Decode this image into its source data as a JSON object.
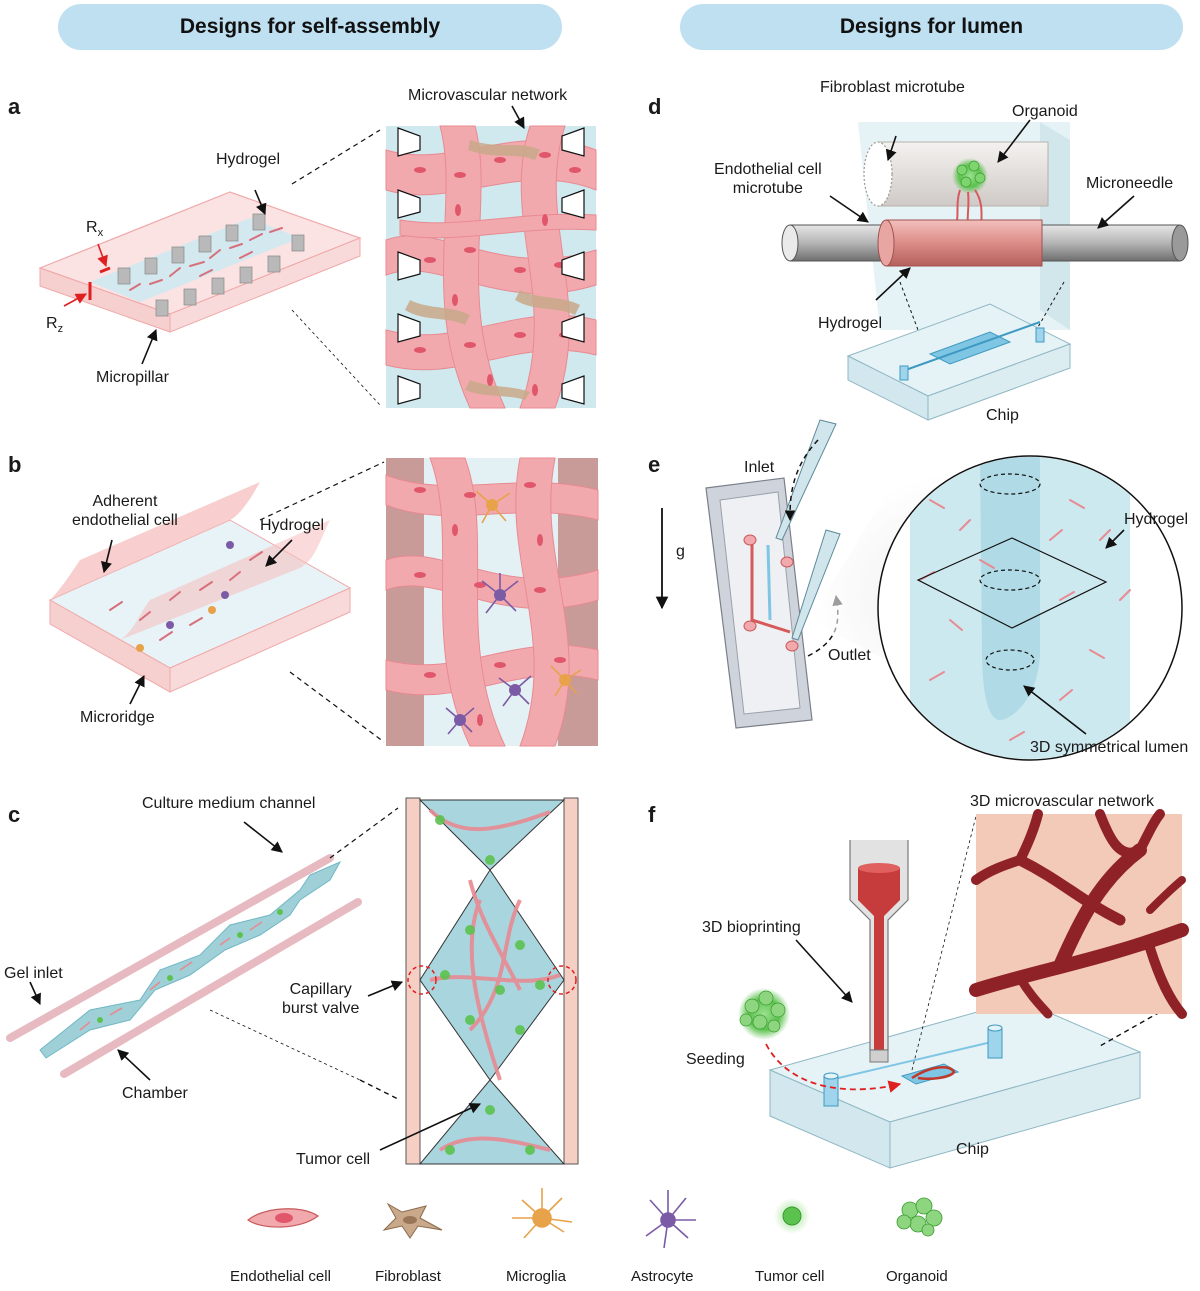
{
  "headers": {
    "left": "Designs for self-assembly",
    "right": "Designs for lumen"
  },
  "panels": {
    "a": {
      "letter": "a",
      "labels": {
        "microvascular_network": "Microvascular network",
        "hydrogel": "Hydrogel",
        "rx_base": "R",
        "rx_sub": "x",
        "rz_base": "R",
        "rz_sub": "z",
        "micropillar": "Micropillar"
      }
    },
    "b": {
      "letter": "b",
      "labels": {
        "adherent_line1": "Adherent",
        "adherent_line2": "endothelial cell",
        "hydrogel": "Hydrogel",
        "microridge": "Microridge"
      }
    },
    "c": {
      "letter": "c",
      "labels": {
        "culture_medium": "Culture medium channel",
        "gel_inlet": "Gel inlet",
        "chamber": "Chamber",
        "capillary_line1": "Capillary",
        "capillary_line2": "burst valve",
        "tumor_cell": "Tumor cell"
      }
    },
    "d": {
      "letter": "d",
      "labels": {
        "fibroblast_microtube": "Fibroblast microtube",
        "organoid": "Organoid",
        "endo_line1": "Endothelial cell",
        "endo_line2": "microtube",
        "microneedle": "Microneedle",
        "hydrogel": "Hydrogel",
        "chip": "Chip"
      }
    },
    "e": {
      "letter": "e",
      "labels": {
        "inlet": "Inlet",
        "g": "g",
        "outlet": "Outlet",
        "hydrogel": "Hydrogel",
        "lumen": "3D symmetrical lumen"
      }
    },
    "f": {
      "letter": "f",
      "labels": {
        "network": "3D microvascular network",
        "bioprinting": "3D bioprinting",
        "seeding": "Seeding",
        "chip": "Chip"
      }
    }
  },
  "legend": [
    {
      "label": "Endothelial cell",
      "icon": "endothelial-cell-icon"
    },
    {
      "label": "Fibroblast",
      "icon": "fibroblast-icon"
    },
    {
      "label": "Microglia",
      "icon": "microglia-icon"
    },
    {
      "label": "Astrocyte",
      "icon": "astrocyte-icon"
    },
    {
      "label": "Tumor cell",
      "icon": "tumor-cell-icon"
    },
    {
      "label": "Organoid",
      "icon": "organoid-icon"
    }
  ],
  "colors": {
    "header_bg": "#bfe0f1",
    "vessel": "#f2a9ad",
    "vessel_dark": "#e88a92",
    "nucleus": "#e0566a",
    "hydrogel": "#cde9f0",
    "fibroblast": "#c9a98a",
    "microglia": "#e8a24a",
    "astrocyte": "#7b5aa6",
    "tumor": "#5cc24e",
    "network": "#8f2227",
    "network_bg": "#f3c9b8"
  }
}
